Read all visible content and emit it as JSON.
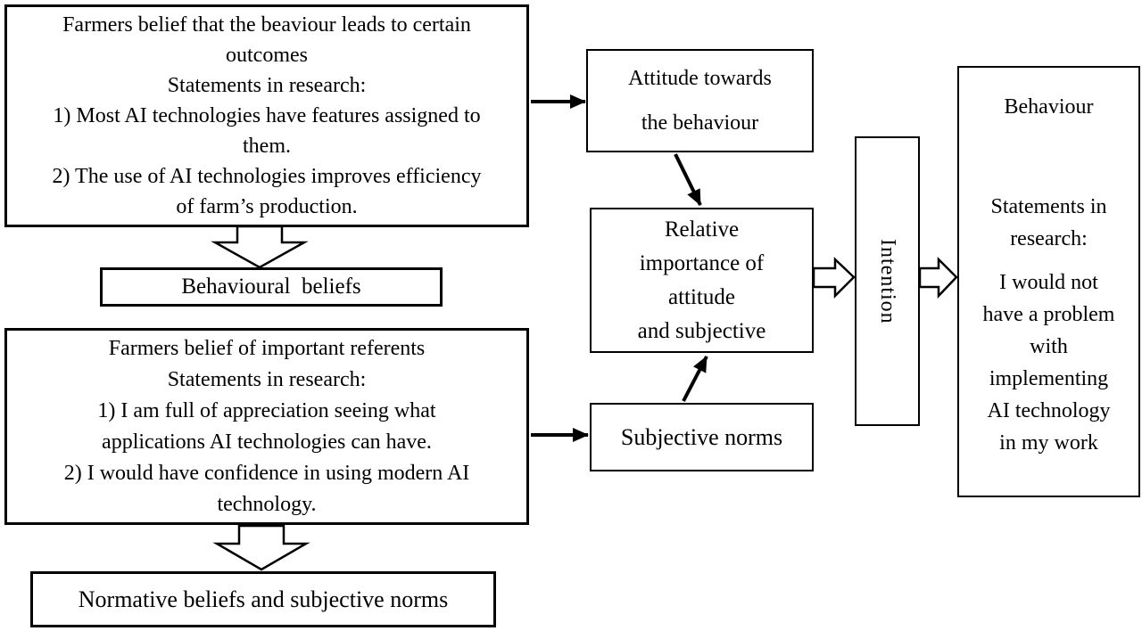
{
  "diagram": {
    "colors": {
      "line": "#000000",
      "background": "#ffffff"
    },
    "boxes": {
      "beliefs_outcomes": {
        "lines": [
          "Farmers belief that the beaviour leads to certain",
          "outcomes",
          "Statements in research:",
          "1) Most AI technologies have features assigned to",
          "them.",
          "2) The use of AI technologies improves efficiency",
          "of farm’s production."
        ]
      },
      "behavioural_beliefs": {
        "label": "Behavioural  beliefs"
      },
      "beliefs_referents": {
        "lines": [
          "Farmers belief of important referents",
          "Statements in research:",
          "1) I am full of appreciation seeing what",
          "applications AI technologies can have.",
          "2) I would have confidence in using modern AI",
          "technology."
        ]
      },
      "normative_beliefs": {
        "label": "Normative beliefs and subjective norms"
      },
      "attitude": {
        "lines": [
          "Attitude towards",
          "the behaviour"
        ]
      },
      "relative_importance": {
        "lines": [
          "Relative",
          "importance of",
          "attitude",
          "and subjective"
        ]
      },
      "subjective_norms": {
        "label": "Subjective norms"
      },
      "intention": {
        "label": "Intention"
      },
      "behaviour": {
        "title": "Behaviour",
        "subtitle_lines": [
          "Statements in",
          "research:"
        ],
        "statement_lines": [
          "I would not",
          "have a problem",
          "with",
          "implementing",
          "AI technology",
          "in my work"
        ]
      }
    }
  }
}
